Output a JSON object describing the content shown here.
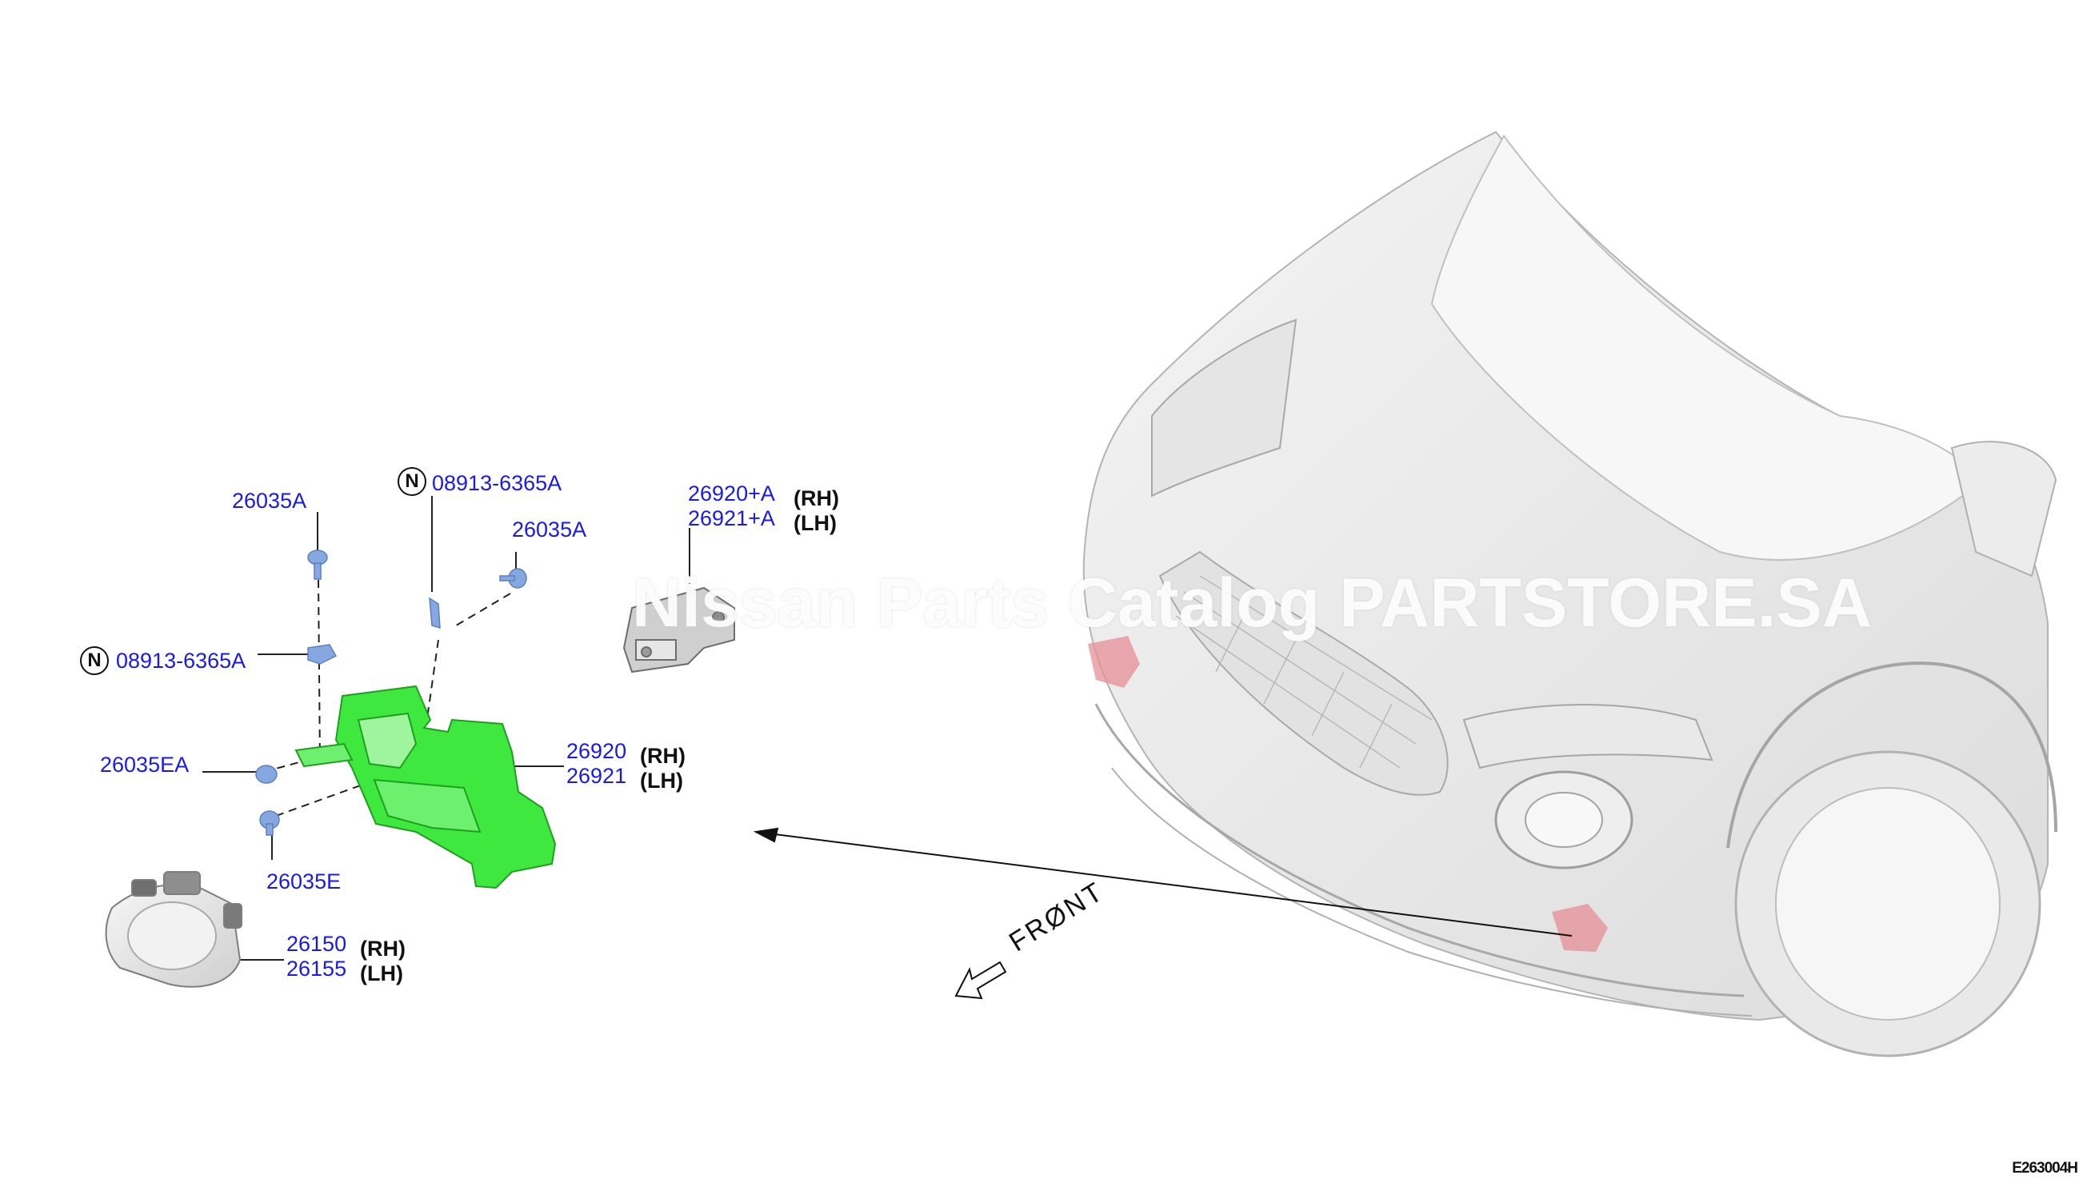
{
  "callouts": {
    "clip_top_left": "26035A",
    "bolt_top": "08913-6365A",
    "clip_top_right": "26035A",
    "bracket_sensor_rh": "26920+A",
    "bracket_sensor_lh": "26921+A",
    "bolt_left": "08913-6365A",
    "bracket_rh": "26920",
    "bracket_lh": "26921",
    "clip_ea": "26035EA",
    "clip_e": "26035E",
    "lamp_rh": "26150",
    "lamp_lh": "26155"
  },
  "side_labels": {
    "rh": "(RH)",
    "lh": "(LH)"
  },
  "n_mark": "N",
  "front_label": "FRØNT",
  "watermark": "Nissan Parts Catalog PARTSTORE.SA",
  "diagram_code": "E263004H",
  "colors": {
    "callout": "#1a1ae6",
    "bracket": "#3ee83e",
    "clip": "#86a8e0",
    "highlight": "#e58f96"
  }
}
